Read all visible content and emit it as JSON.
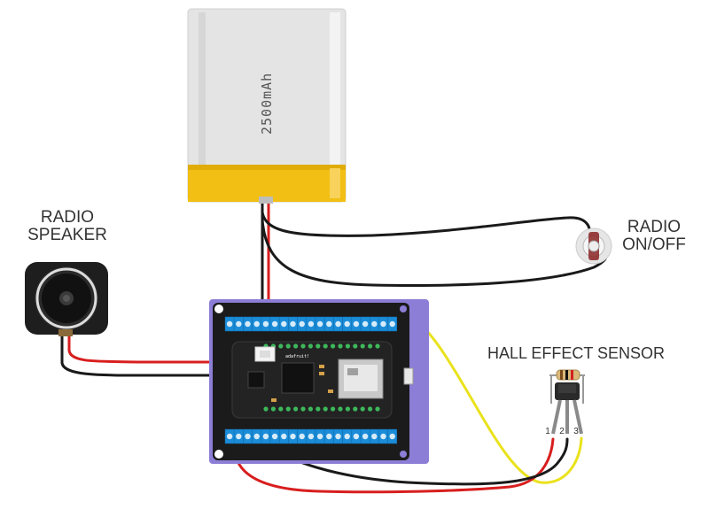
{
  "labels": {
    "battery_capacity": "2500mAh",
    "speaker_line1": "RADIO",
    "speaker_line2": "SPEAKER",
    "switch_line1": "RADIO",
    "switch_line2": "ON/OFF",
    "sensor_title": "HALL EFFECT SENSOR",
    "pin1": "1",
    "pin2": "2",
    "pin3": "3",
    "board_brand": "adafruit!"
  },
  "colors": {
    "battery_body": "#e4e4e4",
    "battery_band": "#f2bf14",
    "board_purple": "#8c7ed6",
    "board_black": "#1b1b1b",
    "terminal_blue": "#1a8cd8",
    "wire_red": "#d81e1e",
    "wire_black": "#1a1a1a",
    "wire_yellow": "#e9e21c",
    "pcb_green": "#3db85a"
  }
}
